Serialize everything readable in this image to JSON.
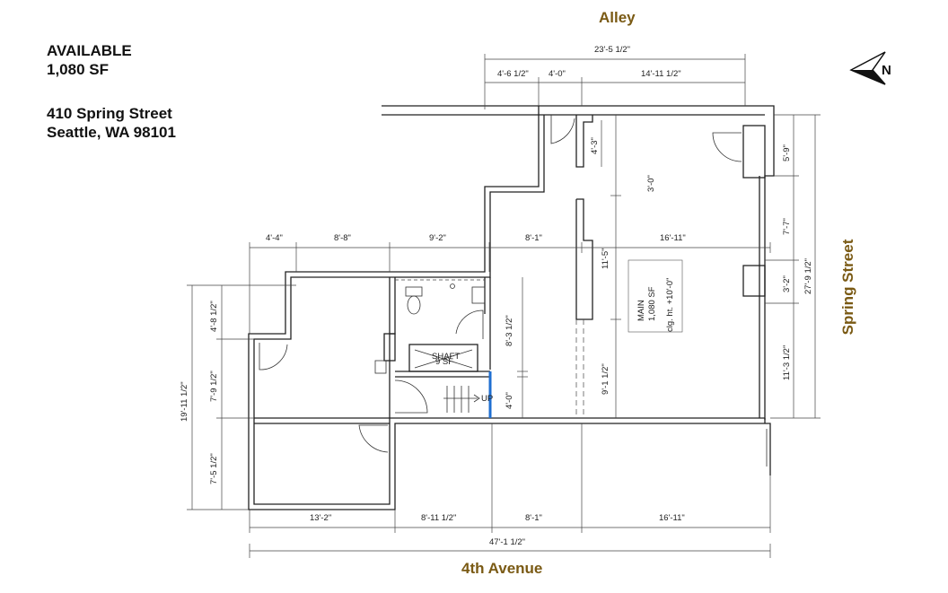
{
  "info": {
    "status": "AVAILABLE",
    "area": "1,080 SF",
    "address_line1": "410 Spring Street",
    "address_line2": "Seattle, WA 98101"
  },
  "streets": {
    "top": "Alley",
    "bottom": "4th Avenue",
    "right": "Spring Street"
  },
  "north_label": "N",
  "room": {
    "name": "MAIN",
    "area": "1,080 SF",
    "ceiling": "clg. ht. +10'-0\""
  },
  "shaft": {
    "name": "SHAFT",
    "area": "9 SF"
  },
  "stair_label": "UP",
  "dimensions": {
    "top_overall": "23'-5 1/2\"",
    "top_a": "4'-6 1/2\"",
    "top_b": "4'-0\"",
    "top_c": "14'-11 1/2\"",
    "mid_a": "4'-4\"",
    "mid_b": "8'-8\"",
    "mid_c": "9'-2\"",
    "mid_d": "8'-1\"",
    "mid_e": "16'-11\"",
    "bot_a": "13'-2\"",
    "bot_b": "8'-11 1/2\"",
    "bot_c": "8'-1\"",
    "bot_d": "16'-11\"",
    "bot_overall": "47'-1 1/2\"",
    "left_overall": "19'-11 1/2\"",
    "left_a": "4'-8 1/2\"",
    "left_b": "7'-9 1/2\"",
    "left_c": "7'-5 1/2\"",
    "right_overall": "27'-9 1/2\"",
    "right_a": "5'-9\"",
    "right_b": "7'-7\"",
    "right_c": "3'-2\"",
    "right_d": "11'-3 1/2\"",
    "in_4_3": "4'-3\"",
    "in_3_0": "3'-0\"",
    "in_11_5": "11'-5\"",
    "in_8_3": "8'-3 1/2\"",
    "in_9_1": "9'-1 1/2\"",
    "in_4_0": "4'-0\""
  },
  "colors": {
    "street": "#7a5a14",
    "highlight": "#1f6fd1"
  }
}
